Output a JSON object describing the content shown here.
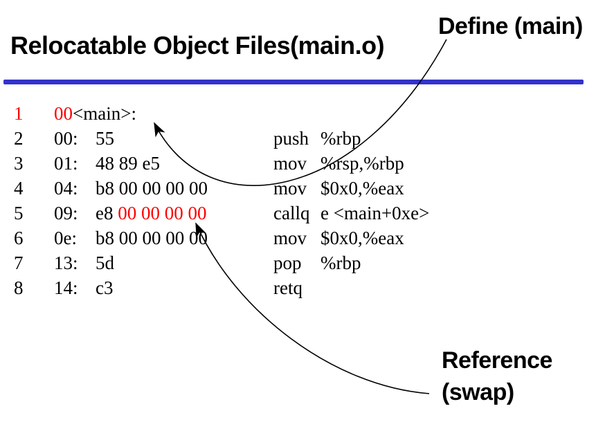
{
  "slide": {
    "title": "Relocatable Object Files(main.o)"
  },
  "colors": {
    "rule_blue": "#3333cc",
    "highlight_red": "#ff0000",
    "text_black": "#000000",
    "arrow_black": "#000000"
  },
  "annotations": {
    "define_label": "Define (main)",
    "reference_line1": "Reference",
    "reference_line2": "(swap)"
  },
  "listing": {
    "lines": [
      {
        "num": "1",
        "num_red": true,
        "addr": "00",
        "addr_red": true,
        "label": "<main>:"
      },
      {
        "num": "2",
        "num_red": false,
        "addr": "00:",
        "bytes": [
          {
            "t": "55",
            "red": false
          }
        ],
        "mnemonic": "push",
        "operands": "%rbp"
      },
      {
        "num": "3",
        "num_red": false,
        "addr": "01:",
        "bytes": [
          {
            "t": "48 89 e5",
            "red": false
          }
        ],
        "mnemonic": "mov",
        "operands": "%rsp,%rbp"
      },
      {
        "num": "4",
        "num_red": false,
        "addr": "04:",
        "bytes": [
          {
            "t": "b8 00 00 00 00",
            "red": false
          }
        ],
        "mnemonic": "mov",
        "operands": "$0x0,%eax"
      },
      {
        "num": "5",
        "num_red": false,
        "addr": "09:",
        "bytes": [
          {
            "t": "e8 ",
            "red": false
          },
          {
            "t": "00 00 00 00",
            "red": true
          }
        ],
        "mnemonic": "callq",
        "operands": "e <main+0xe>"
      },
      {
        "num": "6",
        "num_red": false,
        "addr": "0e:",
        "bytes": [
          {
            "t": "b8 00 00 00 00",
            "red": false
          }
        ],
        "mnemonic": "mov",
        "operands": "$0x0,%eax"
      },
      {
        "num": "7",
        "num_red": false,
        "addr": "13:",
        "bytes": [
          {
            "t": "5d",
            "red": false
          }
        ],
        "mnemonic": "pop",
        "operands": "%rbp"
      },
      {
        "num": "8",
        "num_red": false,
        "addr": "14:",
        "bytes": [
          {
            "t": "c3",
            "red": false
          }
        ],
        "mnemonic": "retq",
        "operands": ""
      }
    ]
  }
}
